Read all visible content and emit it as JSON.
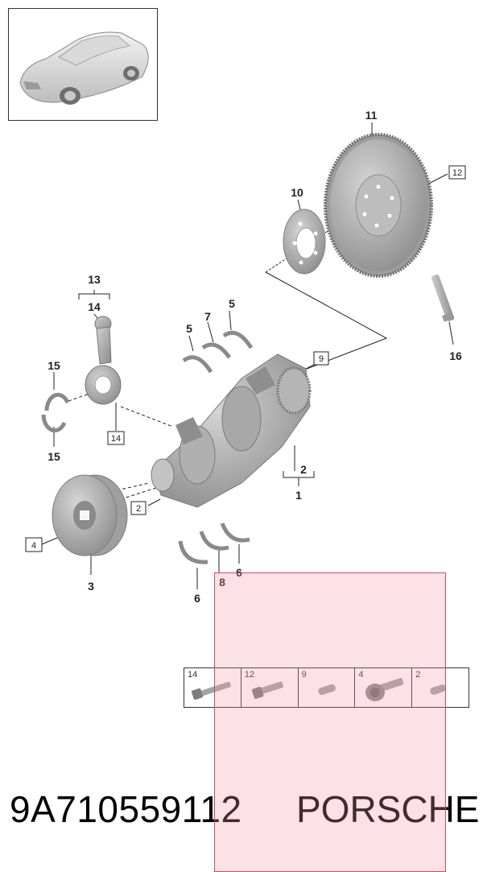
{
  "callouts": {
    "c1": "1",
    "c2": "2",
    "c3": "3",
    "c4": "4",
    "c5a": "5",
    "c5b": "5",
    "c6a": "6",
    "c6b": "6",
    "c7": "7",
    "c8": "8",
    "c9": "9",
    "c10": "10",
    "c11": "11",
    "c12": "12",
    "c13": "13",
    "c14a": "14",
    "c14b": "14",
    "c15a": "15",
    "c15b": "15",
    "c16": "16"
  },
  "fastener_strip": [
    {
      "number": "14",
      "icon": "bolt-hex-long-icon"
    },
    {
      "number": "12",
      "icon": "bolt-hex-icon"
    },
    {
      "number": "9",
      "icon": "dowel-pin-icon"
    },
    {
      "number": "4",
      "icon": "bolt-flange-icon"
    },
    {
      "number": "2",
      "icon": "dowel-pin-icon"
    }
  ],
  "footer": {
    "part_number": "9A710559112",
    "brand": "PORSCHE"
  },
  "colors": {
    "part_gray": "#a9a9a9",
    "line": "#222222",
    "overlay_fill": "#f496aa",
    "overlay_border": "#d24b66"
  }
}
